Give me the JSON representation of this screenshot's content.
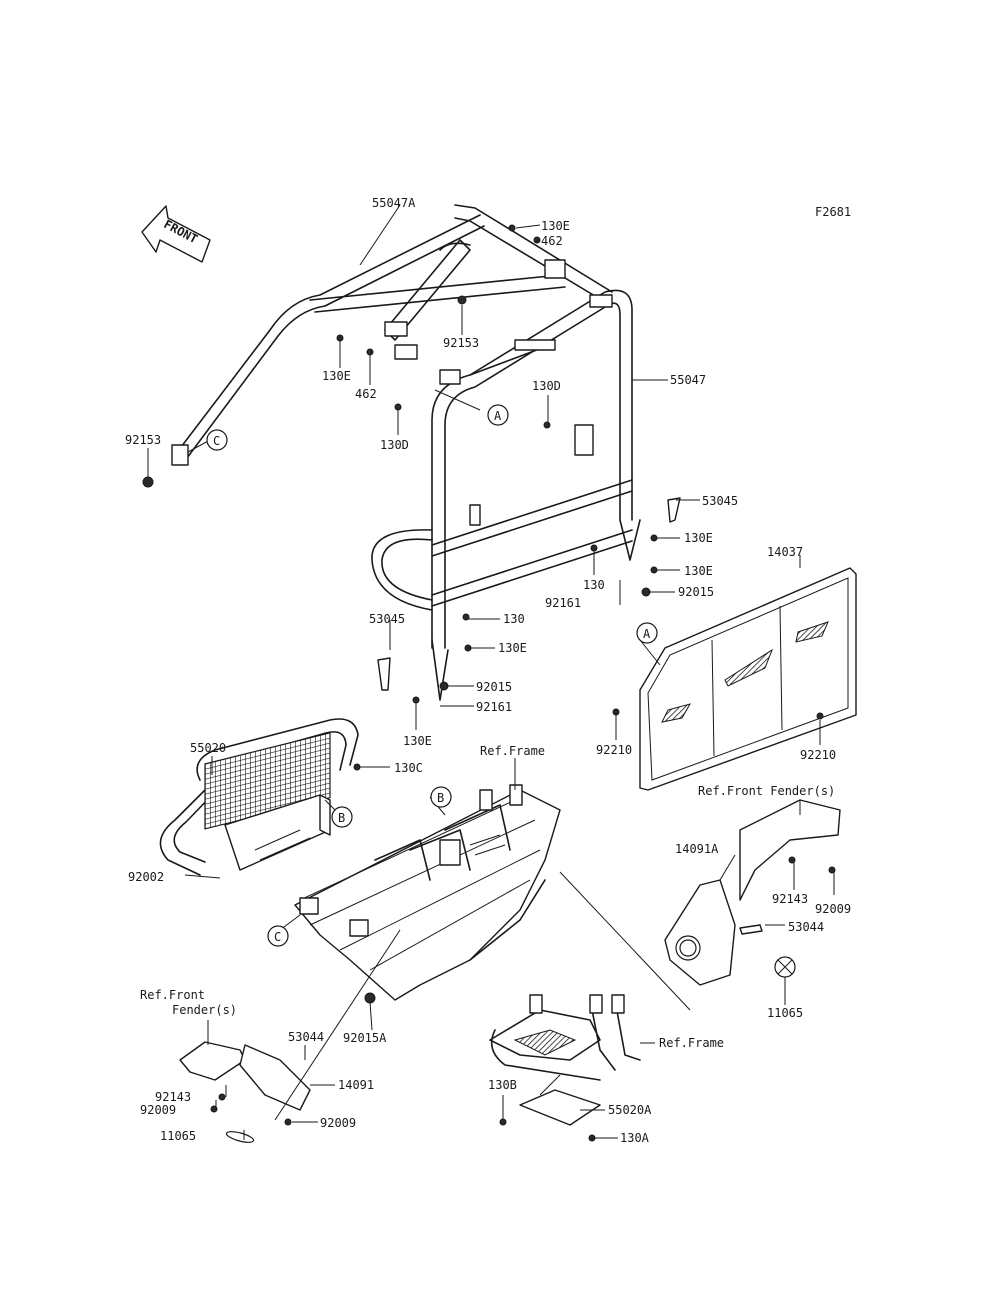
{
  "figure_id": "F2681",
  "front_label": "FRONT",
  "ref_markers": [
    "A",
    "B",
    "C"
  ],
  "labels": {
    "p55047A": "55047A",
    "p130E_a": "130E",
    "p462_a": "462",
    "p92153_a": "92153",
    "p130E_b": "130E",
    "p462_b": "462",
    "p55047": "55047",
    "p130D_a": "130D",
    "p130D_b": "130D",
    "p92153_b": "92153",
    "p53045_a": "53045",
    "p130E_c": "130E",
    "p130E_d": "130E",
    "p130_a": "130",
    "p92015_a": "92015",
    "p92161_a": "92161",
    "p14037": "14037",
    "p53045_b": "53045",
    "p130_b": "130",
    "p130E_e": "130E",
    "p92015_b": "92015",
    "p92161_b": "92161",
    "p130E_f": "130E",
    "p92210_a": "92210",
    "p92210_b": "92210",
    "p55020": "55020",
    "p130C": "130C",
    "ref_frame_a": "Ref.Frame",
    "ref_front_fender_a": "Ref.Front Fender(s)",
    "p14091A": "14091A",
    "p92143_a": "92143",
    "p92009_a": "92009",
    "p53044_a": "53044",
    "p11065_a": "11065",
    "p92002": "92002",
    "p92015A": "92015A",
    "ref_front_fender_b1": "Ref.Front",
    "ref_front_fender_b2": "Fender(s)",
    "p53044_b": "53044",
    "p14091": "14091",
    "p92143_b": "92143",
    "p92009_b": "92009",
    "p92009_c": "92009",
    "p11065_b": "11065",
    "ref_frame_b": "Ref.Frame",
    "p130B": "130B",
    "p55020A": "55020A",
    "p130A": "130A"
  }
}
